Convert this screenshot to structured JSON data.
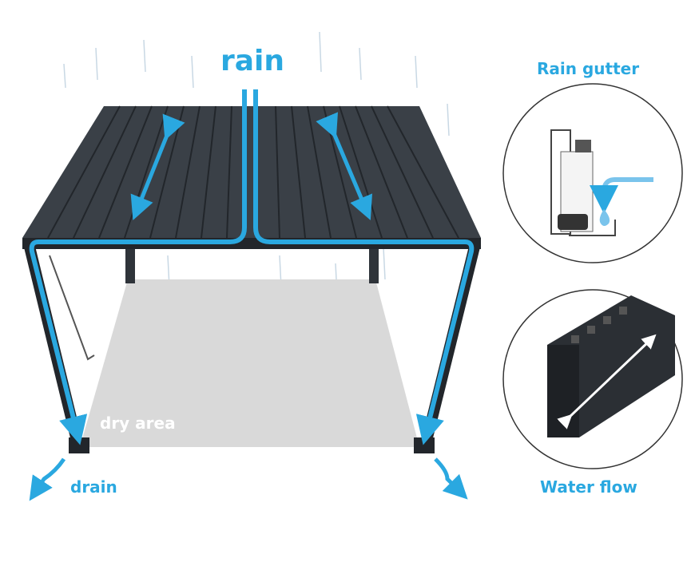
{
  "labels": {
    "rain": "rain",
    "rain_gutter": "Rain gutter",
    "water_flow": "Water flow",
    "drain": "drain",
    "dry_area": "dry area"
  },
  "colors": {
    "accent": "#2aa8e0",
    "roof": "#2f343a",
    "dry_area": "#d9d9d9"
  }
}
